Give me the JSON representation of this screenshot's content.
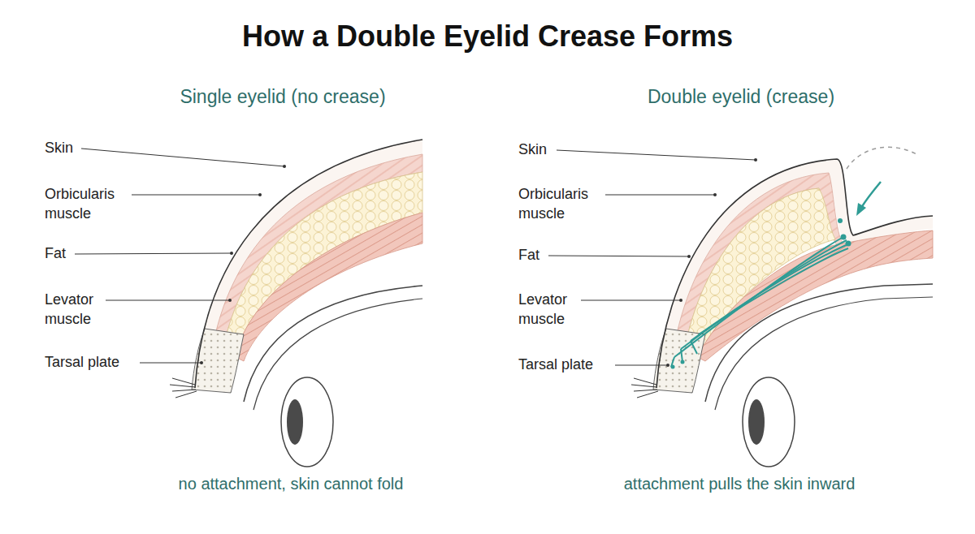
{
  "diagram": {
    "title": "How a Double Eyelid Crease Forms",
    "labels": [
      "Single eyelid (no crease)",
      "Skin",
      "Orbicularis muscle",
      "Fat",
      "Levator muscle",
      "Tarsal plate",
      "no attachment, skin cannot fold",
      "Double eyelid (crease)",
      "Skin",
      "Orbicularis muscle",
      "Fat",
      "Levator muscle",
      "Tarsal plate",
      "attachment pulls the skin inward"
    ]
  }
}
